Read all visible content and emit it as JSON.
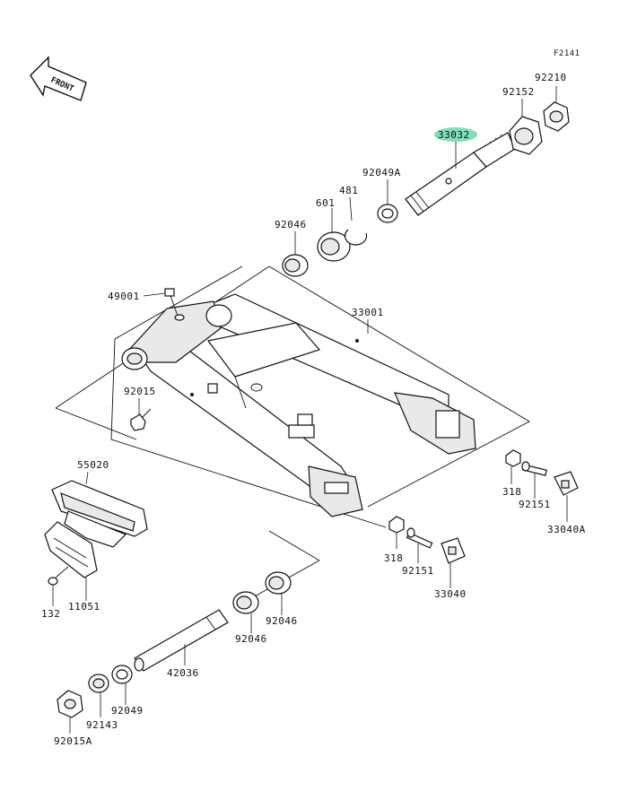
{
  "diagram": {
    "code": "F2141",
    "front_badge": "FRONT",
    "highlight_color": "#56d3a0",
    "highlighted_part": "33032",
    "parts": [
      "92210",
      "92152",
      "33032",
      "92049A",
      "481",
      "601",
      "92046",
      "49001",
      "33001",
      "92015",
      "55020",
      "318",
      "92151",
      "33040A",
      "132",
      "11051",
      "92046",
      "92046",
      "33040",
      "42036",
      "92049",
      "92143",
      "92015A"
    ]
  }
}
